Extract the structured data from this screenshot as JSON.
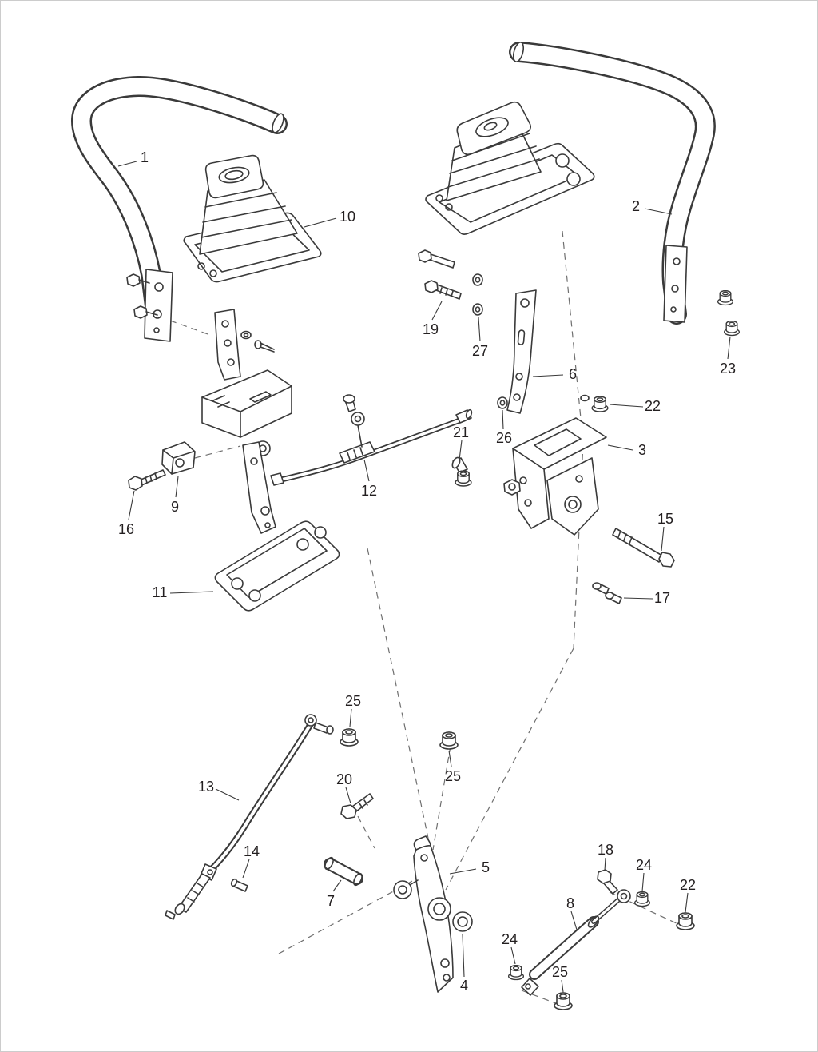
{
  "page": {
    "background": "#ffffff",
    "border_color": "#cccccc",
    "line_color": "#3a3a3a",
    "dash_color": "#6f6f6f",
    "text_color": "#231f20"
  },
  "callouts": [
    {
      "label": "1"
    },
    {
      "label": "10"
    },
    {
      "label": "2"
    },
    {
      "label": "19"
    },
    {
      "label": "27"
    },
    {
      "label": "6"
    },
    {
      "label": "23"
    },
    {
      "label": "22"
    },
    {
      "label": "3"
    },
    {
      "label": "21"
    },
    {
      "label": "26"
    },
    {
      "label": "12"
    },
    {
      "label": "9"
    },
    {
      "label": "16"
    },
    {
      "label": "15"
    },
    {
      "label": "17"
    },
    {
      "label": "11"
    },
    {
      "label": "25"
    },
    {
      "label": "25"
    },
    {
      "label": "13"
    },
    {
      "label": "20"
    },
    {
      "label": "14"
    },
    {
      "label": "7"
    },
    {
      "label": "5"
    },
    {
      "label": "18"
    },
    {
      "label": "24"
    },
    {
      "label": "22"
    },
    {
      "label": "8"
    },
    {
      "label": "24"
    },
    {
      "label": "25"
    },
    {
      "label": "4"
    }
  ]
}
